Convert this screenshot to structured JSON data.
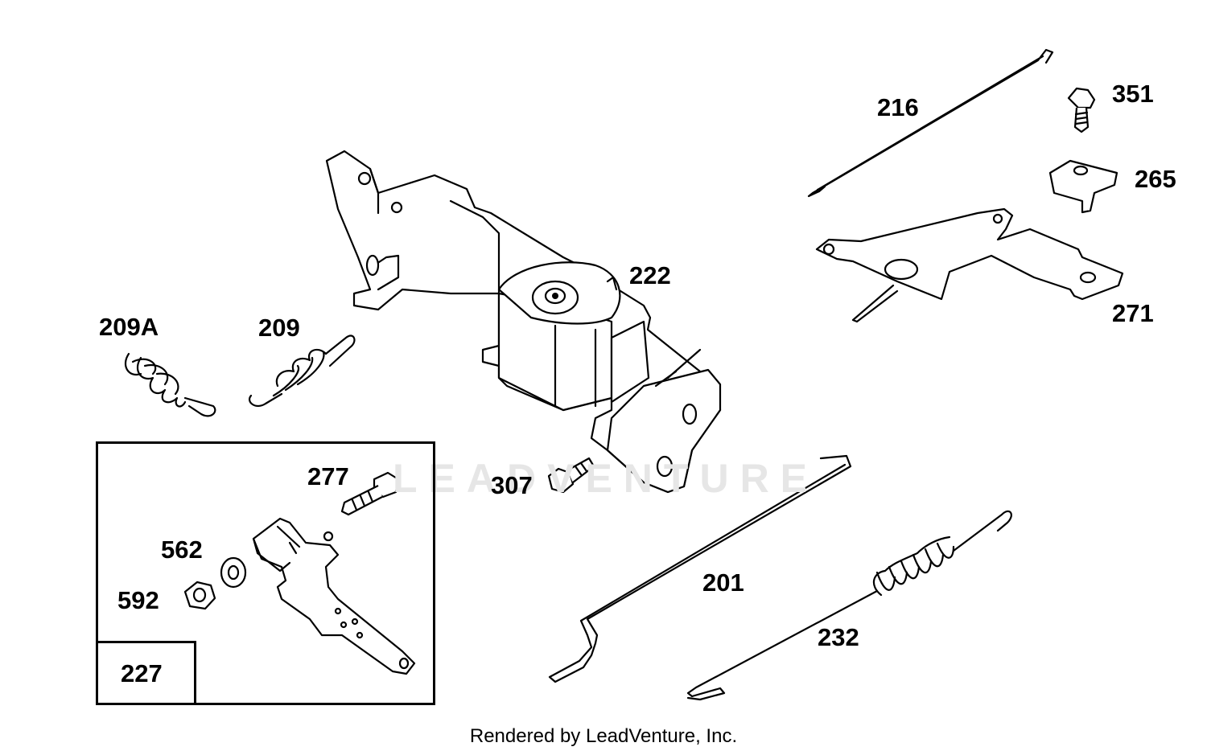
{
  "labels": {
    "p201": "201",
    "p209": "209",
    "p209a": "209A",
    "p216": "216",
    "p222": "222",
    "p227": "227",
    "p232": "232",
    "p265": "265",
    "p271": "271",
    "p277": "277",
    "p307": "307",
    "p351": "351",
    "p562": "562",
    "p592": "592"
  },
  "watermark": "LEADVENTURE",
  "footer": "Rendered by LeadVenture, Inc."
}
